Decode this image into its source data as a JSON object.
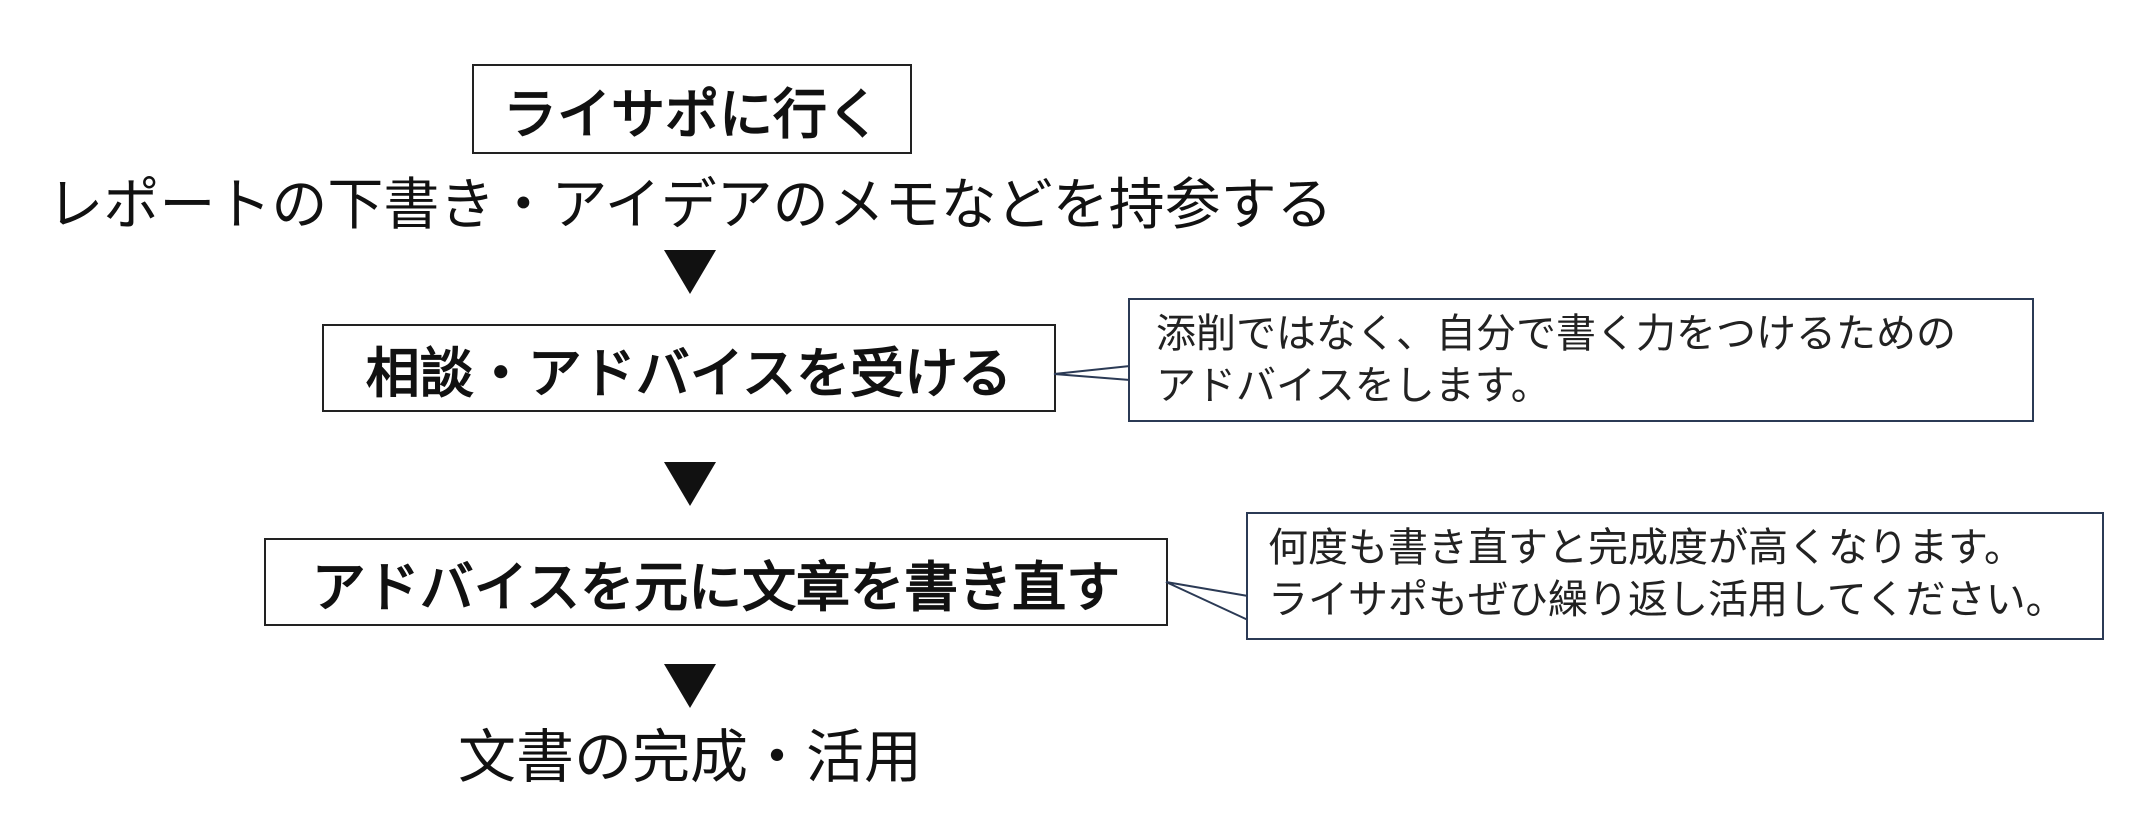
{
  "flow": {
    "step1": "ライサポに行く",
    "step1_note": "レポートの下書き・アイデアのメモなどを持参する",
    "step2": "相談・アドバイスを受ける",
    "step3": "アドバイスを元に文章を書き直す",
    "result": "文書の完成・活用"
  },
  "callouts": {
    "advice": {
      "line1": "添削ではなく、自分で書く力をつけるための",
      "line2": "アドバイスをします。"
    },
    "rewrite": {
      "line1": "何度も書き直すと完成度が高くなります。",
      "line2": "ライサポもぜひ繰り返し活用してください。"
    }
  },
  "colors": {
    "box_border": "#222222",
    "callout_border": "#2b3a55",
    "arrow": "#111111"
  },
  "icons": {
    "flow_arrow": "down-triangle-icon"
  }
}
